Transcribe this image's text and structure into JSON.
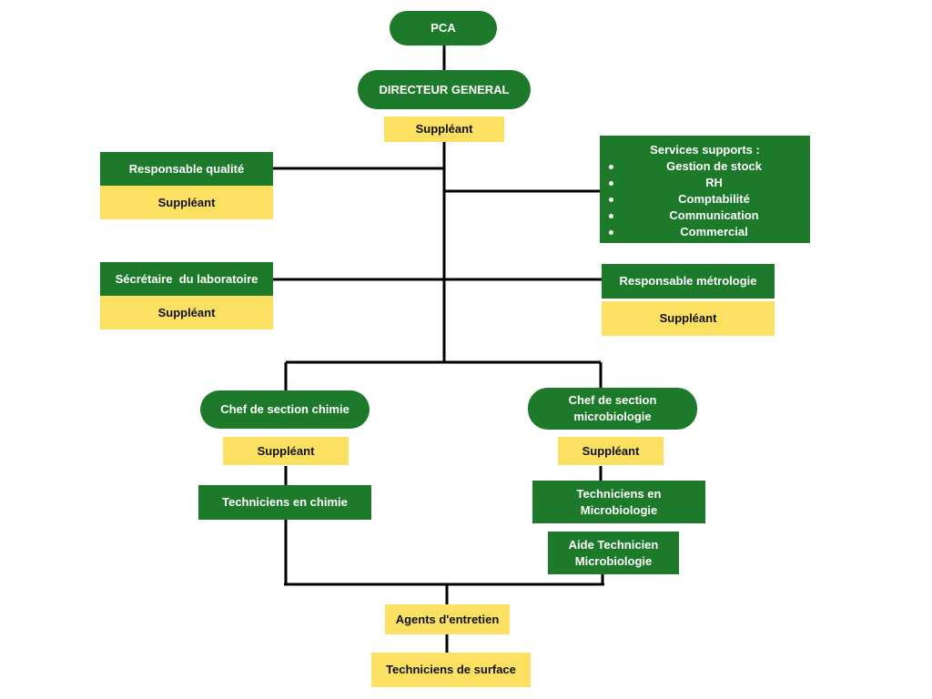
{
  "nodes": {
    "pca": "PCA",
    "directeur": "DIRECTEUR GENERAL",
    "suppleant_dg": "Suppléant",
    "resp_qualite": "Responsable qualité",
    "suppleant_qualite": "Suppléant",
    "secretaire": "Sécrétaire  du laboratoire",
    "suppleant_secretaire": "Suppléant",
    "resp_metrologie": "Responsable métrologie",
    "suppleant_metrologie": "Suppléant",
    "chef_chimie": "Chef de section chimie",
    "suppleant_chimie": "Suppléant",
    "chef_micro_line1": "Chef de section",
    "chef_micro_line2": "microbiologie",
    "suppleant_micro": "Suppléant",
    "tech_chimie": "Techniciens en chimie",
    "tech_micro_line1": "Techniciens en",
    "tech_micro_line2": "Microbiologie",
    "aide_tech_line1": "Aide Technicien",
    "aide_tech_line2": "Microbiologie",
    "agents_entretien": "Agents d'entretien",
    "tech_surface": "Techniciens de surface"
  },
  "services": {
    "title": "Services supports :",
    "items": [
      "Gestion de stock",
      "RH",
      "Comptabilité",
      "Communication",
      "Commercial"
    ]
  },
  "colors": {
    "green": "#1d7a2a",
    "yellow": "#fbe062",
    "line": "#000000"
  }
}
